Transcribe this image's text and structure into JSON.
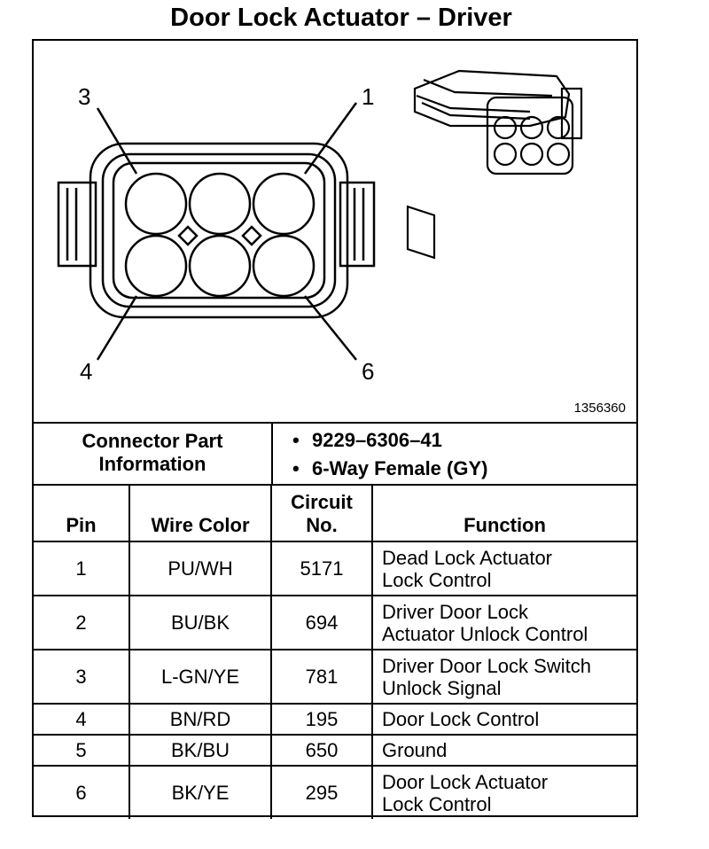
{
  "title": "Door Lock Actuator – Driver",
  "diagram": {
    "pin_labels": [
      "3",
      "1",
      "4",
      "6"
    ],
    "figure_id": "1356360"
  },
  "connector_info": {
    "label_line1": "Connector Part",
    "label_line2": "Information",
    "part_number": "9229–6306–41",
    "description": "6-Way Female (GY)"
  },
  "table": {
    "headers": {
      "pin": "Pin",
      "wire_color": "Wire Color",
      "circuit_line1": "Circuit",
      "circuit_line2": "No.",
      "function": "Function"
    },
    "rows": [
      {
        "pin": "1",
        "wire_color": "PU/WH",
        "circuit": "5171",
        "function": [
          "Dead Lock Actuator",
          "Lock Control"
        ]
      },
      {
        "pin": "2",
        "wire_color": "BU/BK",
        "circuit": "694",
        "function": [
          "Driver Door Lock",
          "Actuator Unlock Control"
        ]
      },
      {
        "pin": "3",
        "wire_color": "L-GN/YE",
        "circuit": "781",
        "function": [
          "Driver Door Lock Switch",
          "Unlock Signal"
        ]
      },
      {
        "pin": "4",
        "wire_color": "BN/RD",
        "circuit": "195",
        "function": [
          "Door Lock Control"
        ]
      },
      {
        "pin": "5",
        "wire_color": "BK/BU",
        "circuit": "650",
        "function": [
          "Ground"
        ]
      },
      {
        "pin": "6",
        "wire_color": "BK/YE",
        "circuit": "295",
        "function": [
          "Door Lock Actuator",
          "Lock Control"
        ]
      }
    ]
  }
}
